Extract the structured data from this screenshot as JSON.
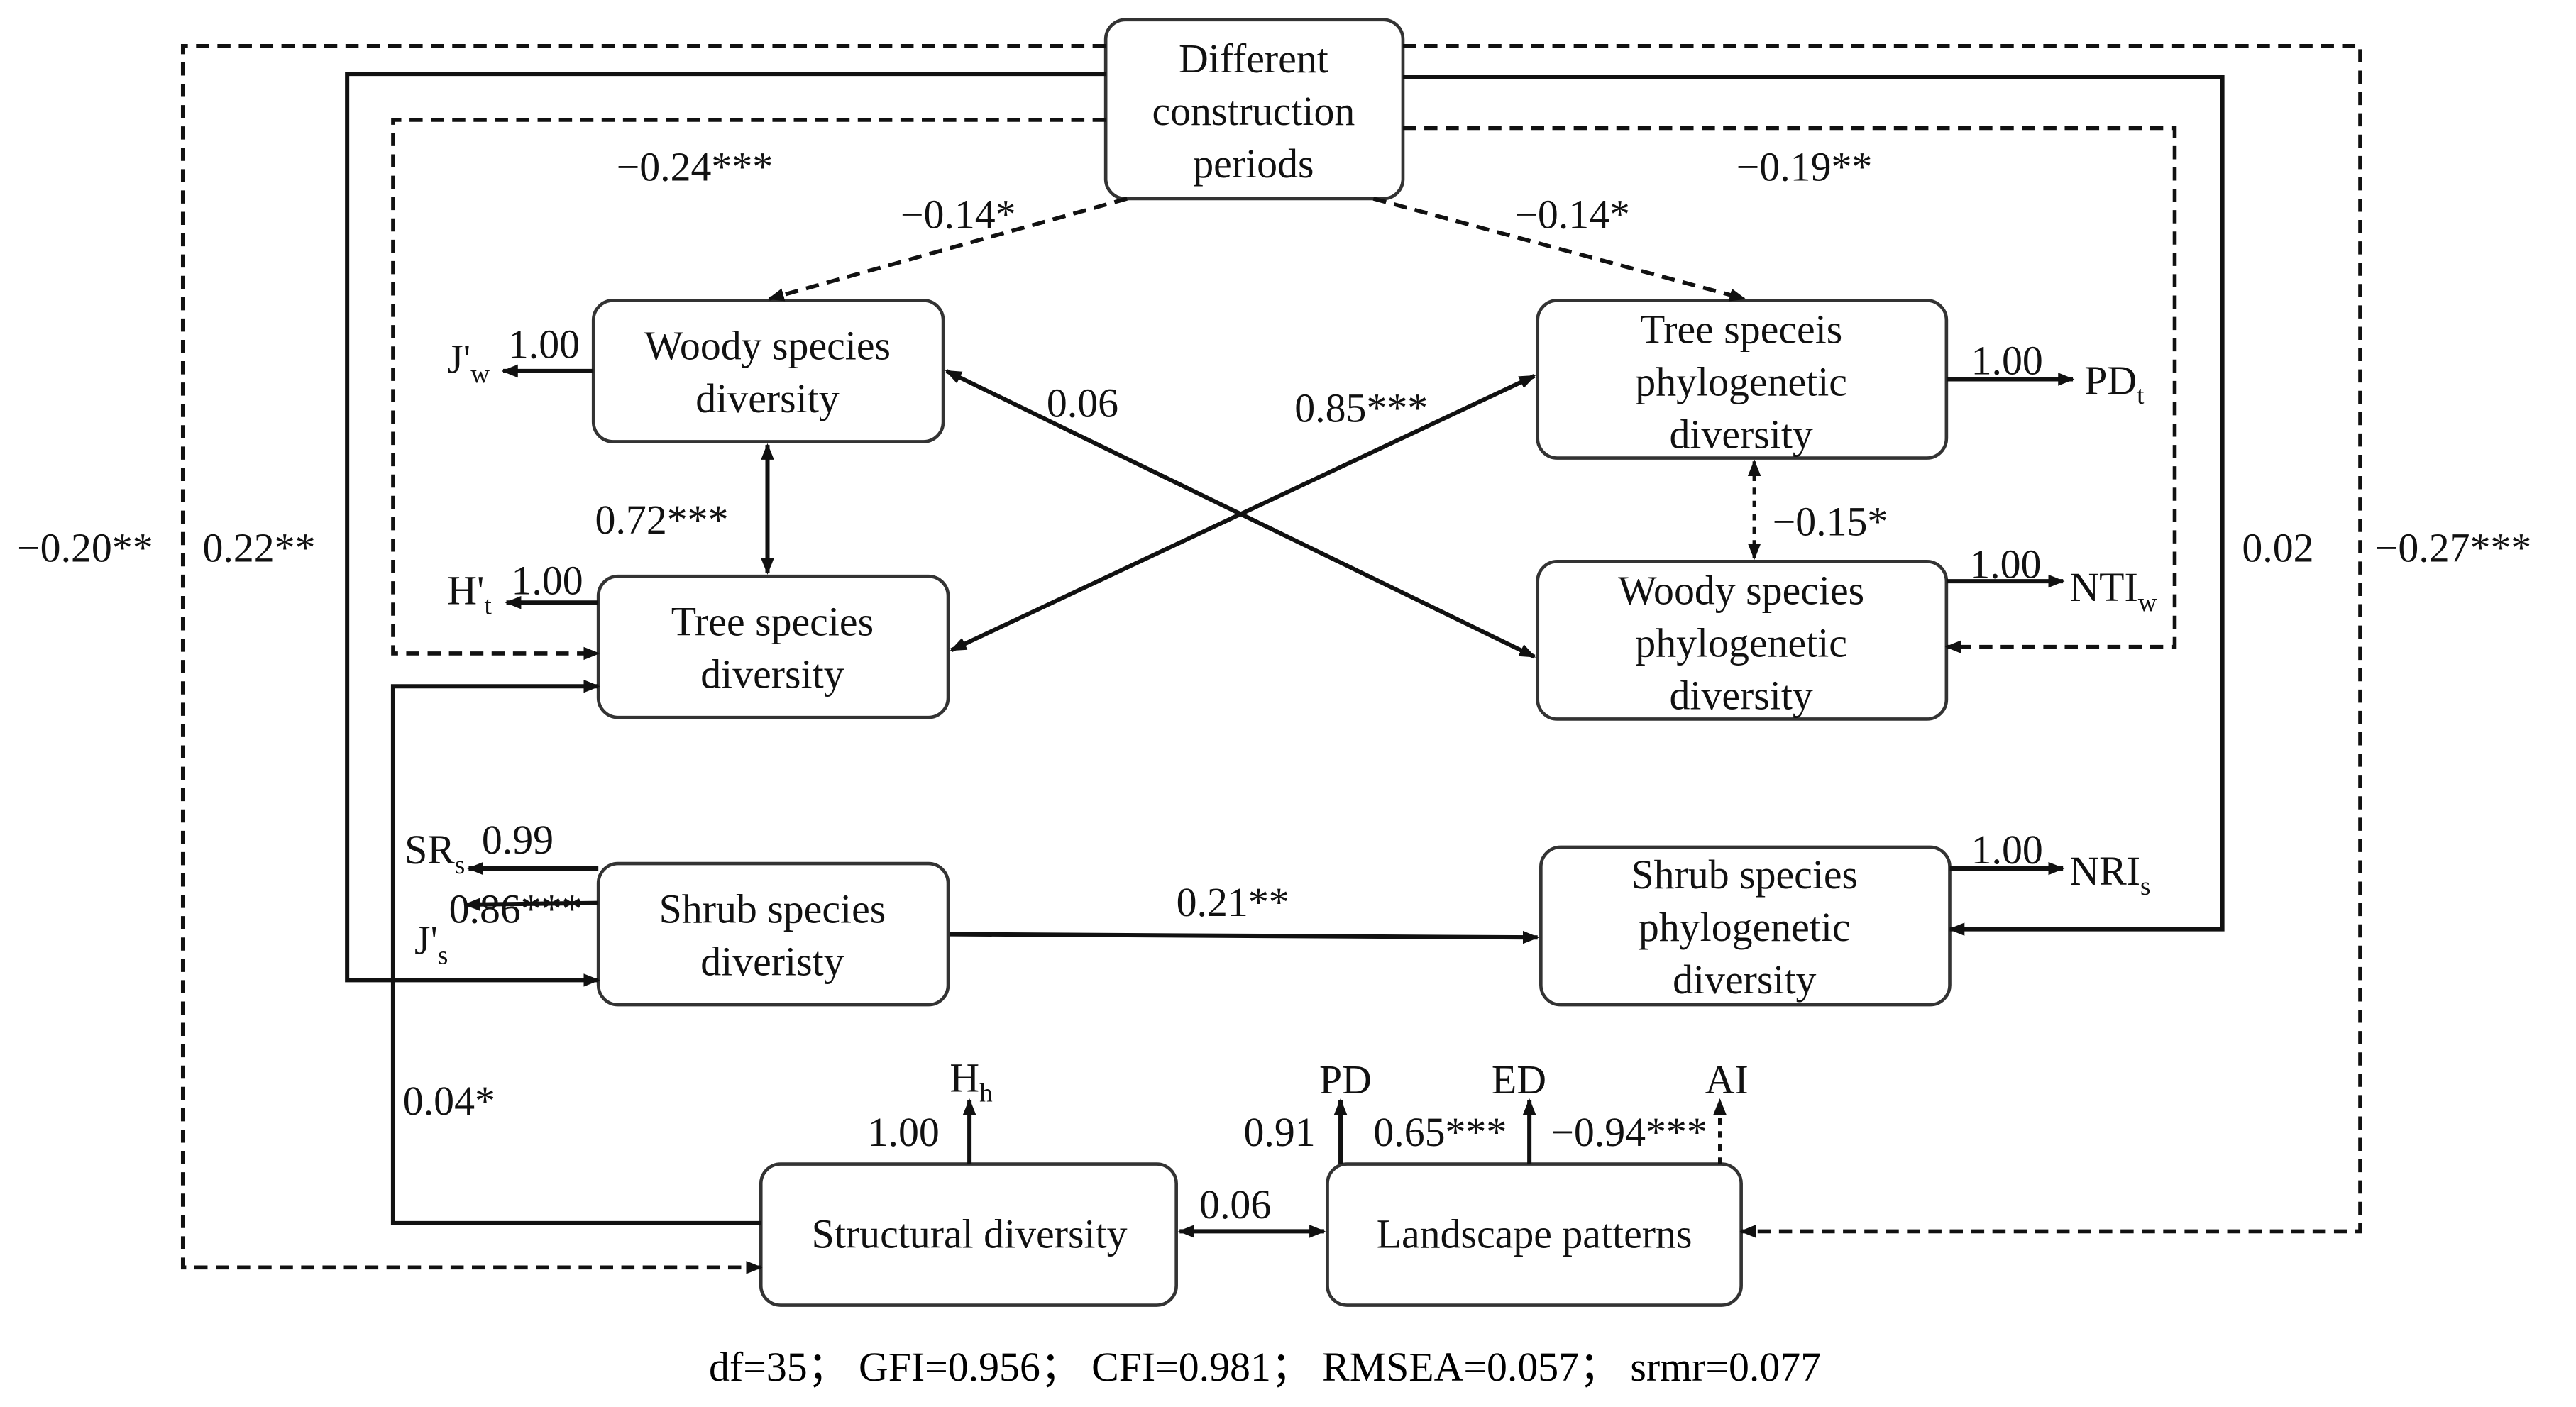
{
  "nodes": {
    "construction": [
      "Different",
      "construction",
      "periods"
    ],
    "woody_div": [
      "Woody  species",
      "diversity"
    ],
    "tree_div": [
      "Tree species",
      "diversity"
    ],
    "tree_phylo": [
      "Tree  speceis",
      "phylogenetic",
      "diversity"
    ],
    "woody_phylo": [
      "Woody species",
      "phylogenetic",
      "diversity"
    ],
    "shrub_div": [
      "Shrub species",
      "diveristy"
    ],
    "shrub_phylo": [
      "Shrub species",
      "phylogenetic",
      "diversity"
    ],
    "structural": [
      "Structural diversity"
    ],
    "landscape": [
      "Landscape patterns"
    ]
  },
  "indicators": {
    "jw": {
      "main": "J'",
      "sub": "w",
      "loading": "1.00"
    },
    "ht": {
      "main": "H'",
      "sub": "t",
      "loading": "1.00"
    },
    "srs": {
      "main": "SR",
      "sub": "s",
      "loading": "0.99"
    },
    "js": {
      "main": "J'",
      "sub": "s",
      "loading": "0.86***"
    },
    "pdt": {
      "main": "PD",
      "sub": "t",
      "loading": "1.00"
    },
    "ntiw": {
      "main": "NTI",
      "sub": "w",
      "loading": "1.00"
    },
    "nris": {
      "main": "NRI",
      "sub": "s",
      "loading": "1.00"
    },
    "hh": {
      "main": "H",
      "sub": "h",
      "loading": "1.00"
    },
    "pd": {
      "main": "PD",
      "loading": "0.91"
    },
    "ed": {
      "main": "ED",
      "loading": "0.65***"
    },
    "ai": {
      "main": "AI",
      "loading": "−0.94***"
    }
  },
  "paths": {
    "outer_left": "−0.20**",
    "solid_left": "0.22**",
    "inner_left": "−0.24***",
    "cp_woody": "−0.14*",
    "cp_treephylo": "−0.14*",
    "inner_right": "−0.19**",
    "solid_right": "0.02",
    "outer_right": "−0.27***",
    "woody_woodyphylo": "0.06",
    "tree_treephylo": "0.85***",
    "woody_tree": "0.72***",
    "treephylo_woodyphylo": "−0.15*",
    "shrub_shrubphylo": "0.21**",
    "structural_tree": "0.04*",
    "structural_landscape": "0.06"
  },
  "fit_indices": "df=35； GFI=0.956； CFI=0.981； RMSEA=0.057； srmr=0.077"
}
